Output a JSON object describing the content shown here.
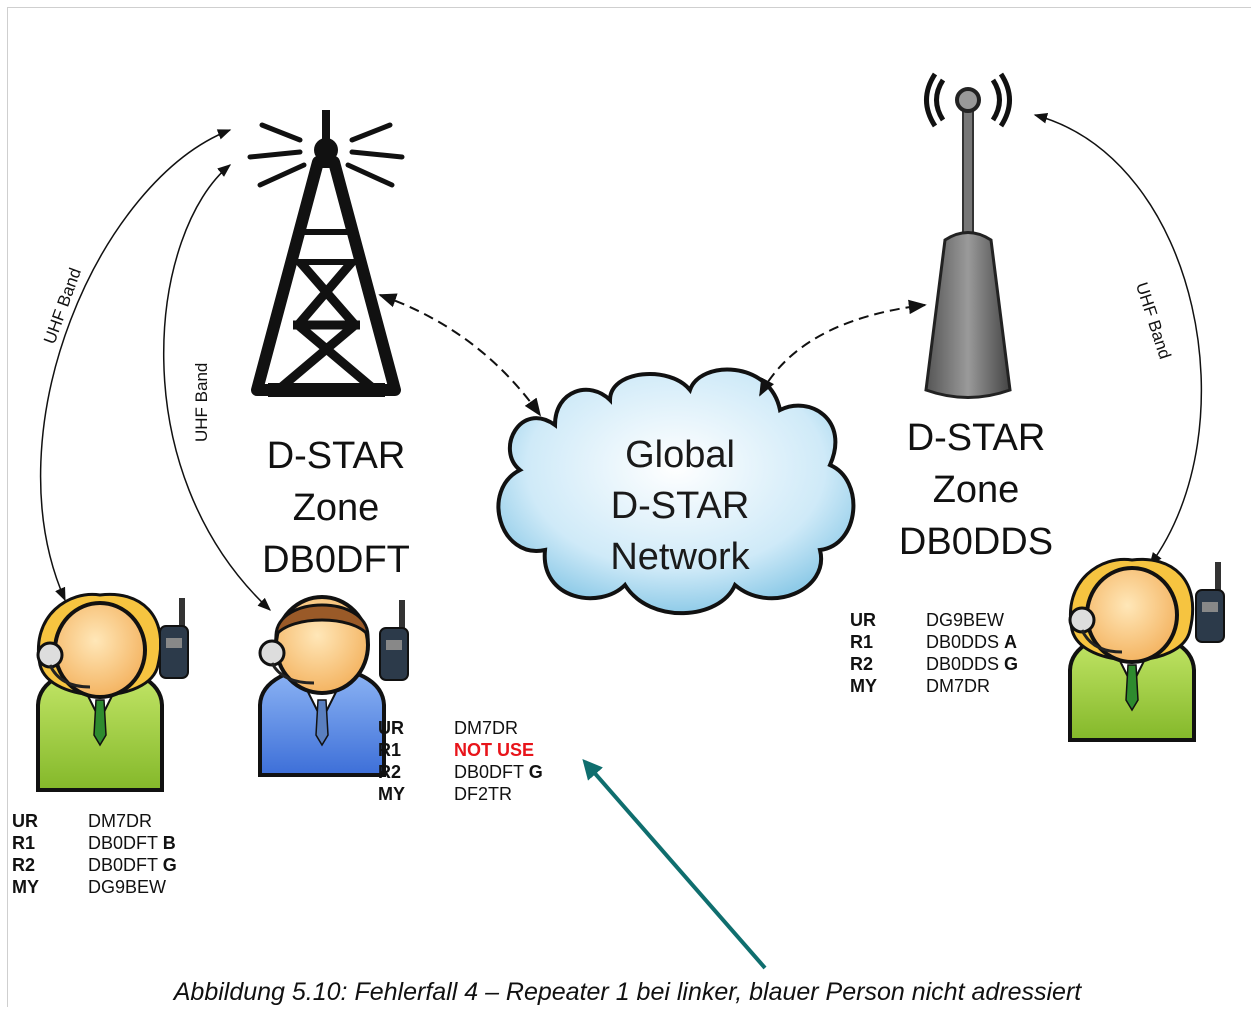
{
  "zones": {
    "left": {
      "lines": [
        "D-STAR",
        "Zone",
        "DB0DFT"
      ]
    },
    "right": {
      "lines": [
        "D-STAR",
        "Zone",
        "DB0DDS"
      ]
    }
  },
  "network": {
    "lines": [
      "Global",
      "D-STAR",
      "Network"
    ]
  },
  "band_labels": {
    "left_outer": "UHF Band",
    "left_inner": "UHF Band",
    "right": "UHF Band"
  },
  "tables": {
    "left_user": [
      {
        "key": "UR",
        "value": "DM7DR",
        "suffix": ""
      },
      {
        "key": "R1",
        "value": "DB0DFT",
        "suffix": "B"
      },
      {
        "key": "R2",
        "value": "DB0DFT",
        "suffix": "G"
      },
      {
        "key": "MY",
        "value": "DG9BEW",
        "suffix": ""
      }
    ],
    "middle_user": [
      {
        "key": "UR",
        "value": "DM7DR",
        "suffix": ""
      },
      {
        "key": "R1",
        "value": "NOT USE",
        "suffix": ""
      },
      {
        "key": "R2",
        "value": "DB0DFT",
        "suffix": "G"
      },
      {
        "key": "MY",
        "value": "DF2TR",
        "suffix": ""
      }
    ],
    "right_user": [
      {
        "key": "UR",
        "value": "DG9BEW",
        "suffix": ""
      },
      {
        "key": "R1",
        "value": "DB0DDS",
        "suffix": "A"
      },
      {
        "key": "R2",
        "value": "DB0DDS",
        "suffix": "G"
      },
      {
        "key": "MY",
        "value": "DM7DR",
        "suffix": ""
      }
    ]
  },
  "caption": "Abbildung 5.10: Fehlerfall 4 – Repeater 1 bei linker, blauer Person nicht adressiert",
  "colors": {
    "error_text": "#e8141a",
    "pointer_arrow": "#0f6e6e",
    "user_green": "#9acd32",
    "user_blue": "#4f86e8",
    "cloud": "#a9d8f0"
  },
  "icons": [
    "radio-tower-icon",
    "antenna-repeater-icon",
    "cloud-icon",
    "person-headset-icon",
    "handheld-radio-icon"
  ]
}
